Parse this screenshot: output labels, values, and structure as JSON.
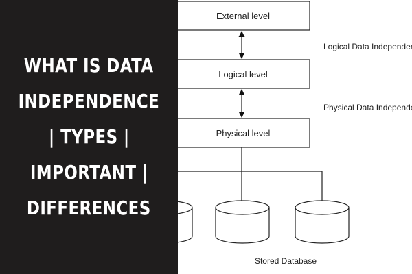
{
  "title_lines": [
    "WHAT IS DATA",
    "INDEPENDENCE",
    "| TYPES |",
    "IMPORTANT |",
    "DIFFERENCES"
  ],
  "diagram": {
    "external_level": "External level",
    "logical_level": "Logical level",
    "physical_level": "Physical level",
    "logical_independence": "Logical Data Independence",
    "physical_independence": "Physical Data Independence",
    "stored_database": "Stored Database"
  },
  "colors": {
    "panel_background": "#1f1d1d",
    "title_text": "#ffffff",
    "diagram_stroke": "#222222"
  }
}
